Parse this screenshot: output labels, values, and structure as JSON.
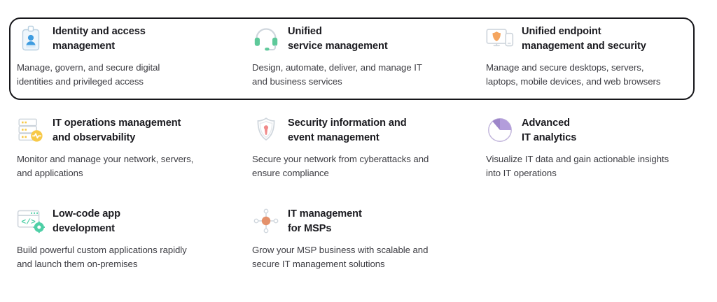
{
  "page": {
    "background_color": "#ffffff",
    "highlight_border_color": "#16161a"
  },
  "rows": [
    {
      "highlighted": true,
      "cards": [
        {
          "icon": "id-badge-icon",
          "icon_color": "#3e9ce0",
          "title": "Identity and access\nmanagement",
          "description": "Manage, govern, and secure digital\nidentities and privileged access"
        },
        {
          "icon": "headset-icon",
          "icon_color": "#5ec99a",
          "title": "Unified\nservice management",
          "description": "Design, automate, deliver, and manage IT\nand business services"
        },
        {
          "icon": "monitor-shield-icon",
          "icon_color": "#f5a55f",
          "title": "Unified endpoint\nmanagement and security",
          "description": "Manage and secure desktops, servers,\nlaptops, mobile devices, and web browsers"
        }
      ]
    },
    {
      "highlighted": false,
      "cards": [
        {
          "icon": "server-pulse-icon",
          "icon_color": "#f7c948",
          "title": "IT operations management\nand observability",
          "description": "Monitor and manage your network, servers,\nand applications"
        },
        {
          "icon": "shield-lock-icon",
          "icon_color": "#f08a8a",
          "title": "Security information and\nevent management",
          "description": "Secure your network from cyberattacks and\nensure compliance"
        },
        {
          "icon": "pie-chart-icon",
          "icon_color": "#b39ddb",
          "title": "Advanced\nIT analytics",
          "description": "Visualize IT data and gain actionable insights\ninto IT operations"
        }
      ]
    },
    {
      "highlighted": false,
      "cards": [
        {
          "icon": "code-window-gear-icon",
          "icon_color": "#4ecfa6",
          "title": "Low-code app\ndevelopment",
          "description": "Build powerful custom applications rapidly\nand launch them on-premises"
        },
        {
          "icon": "network-node-icon",
          "icon_color": "#e4916b",
          "title": "IT management\nfor MSPs",
          "description": "Grow your MSP business with scalable and\nsecure IT management solutions"
        }
      ]
    }
  ]
}
